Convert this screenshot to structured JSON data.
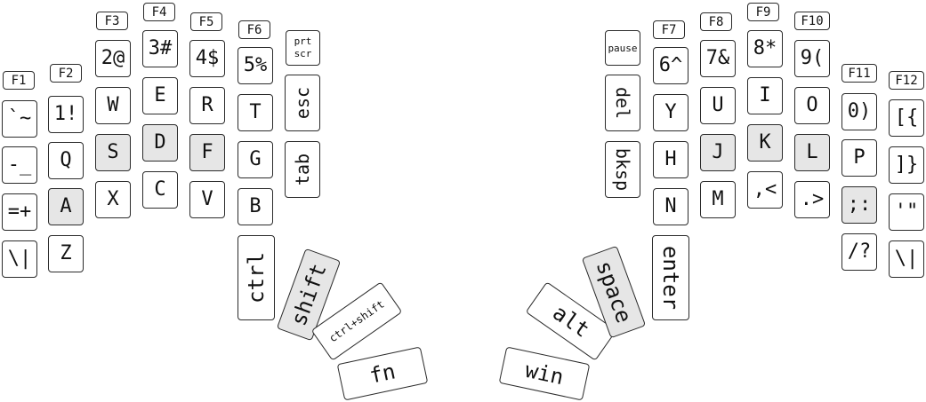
{
  "highlight_color": "#e6e6e6",
  "border_color": "#2b2b2b",
  "left": {
    "function_row": [
      "F1",
      "F2",
      "F3",
      "F4",
      "F5",
      "F6"
    ],
    "prtscr": "prt\nscr",
    "number_row": [
      "1!",
      "2@",
      "3#",
      "4$",
      "5%"
    ],
    "esc": "esc",
    "tab": "tab",
    "grave": "`~",
    "minus": "-_",
    "equals": "=+",
    "backslash": "\\|",
    "top_row": [
      "Q",
      "W",
      "E",
      "R",
      "T"
    ],
    "home_row": [
      "A",
      "S",
      "D",
      "F",
      "G"
    ],
    "bottom_row": [
      "Z",
      "X",
      "C",
      "V",
      "B"
    ],
    "thumb": {
      "ctrl": "ctrl",
      "shift": "shift",
      "ctrl_shift": "ctrl+shift",
      "fn": "fn"
    }
  },
  "right": {
    "function_row": [
      "F7",
      "F8",
      "F9",
      "F10",
      "F11",
      "F12"
    ],
    "pause": "pause",
    "number_row": [
      "6^",
      "7&",
      "8*",
      "9(",
      "0)"
    ],
    "del": "del",
    "bksp": "bksp",
    "top_row": [
      "Y",
      "U",
      "I",
      "O",
      "P"
    ],
    "home_row": [
      "H",
      "J",
      "K",
      "L",
      ";:"
    ],
    "bottom_row": [
      "N",
      "M",
      ",<",
      ".>",
      "/?"
    ],
    "bracket_open": "[{",
    "bracket_close": "]}",
    "quote": "'\"",
    "backslash": "\\|",
    "thumb": {
      "enter": "enter",
      "space": "space",
      "alt": "alt",
      "win": "win"
    }
  }
}
